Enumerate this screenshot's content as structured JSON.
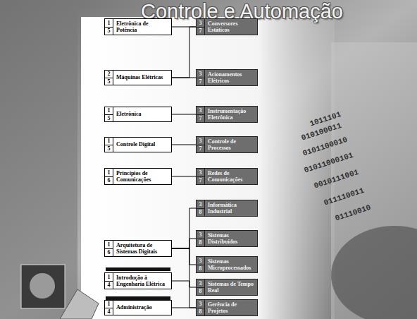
{
  "diagram": {
    "title": "Controle e Automação",
    "nodes": [
      {
        "text": [
          "1",
          "5",
          "Eletrônica de Potência"
        ]
      },
      {
        "text": [
          "3",
          "7",
          "Conversores Estáticos"
        ]
      },
      {
        "text": [
          "2",
          "5",
          "Máquinas Elétricas"
        ]
      },
      {
        "text": [
          "3",
          "7",
          "Acionamentos Elétricos"
        ]
      },
      {
        "text": [
          "1",
          "5",
          "Eletrônica"
        ]
      },
      {
        "text": [
          "3",
          "7",
          "Instrumentação Eletrônica"
        ]
      },
      {
        "text": [
          "1",
          "5",
          "Controle Digital"
        ]
      },
      {
        "text": [
          "3",
          "7",
          "Controle de Processos"
        ]
      },
      {
        "text": [
          "1",
          "6",
          "Princípios de Comunicações"
        ]
      },
      {
        "text": [
          "3",
          "7",
          "Redes de Comunicações"
        ]
      },
      {
        "text": [
          "3",
          "8",
          "Informática Industrial"
        ]
      },
      {
        "text": [
          "3",
          "8",
          "Sistemas Distribuídos"
        ]
      },
      {
        "text": [
          "1",
          "6",
          "Arquitetura de Sistemas Digitais"
        ]
      },
      {
        "text": [
          "3",
          "8",
          "Sistemas Microprocessados"
        ]
      },
      {
        "text": [
          "1",
          "4",
          "Introdução à Engenharia Elétrica"
        ]
      },
      {
        "text": [
          "3",
          "8",
          "Sistemas de Tempo Real"
        ]
      },
      {
        "text": [
          "1",
          "4",
          "Administração"
        ]
      },
      {
        "text": [
          "3",
          "8",
          "Gerência de Projetos"
        ]
      }
    ],
    "edges": [
      {
        "from": 0,
        "to": 1,
        "arrow": "none"
      },
      {
        "from": 2,
        "to": 1,
        "arrow": "none"
      },
      {
        "from": 2,
        "to": 3,
        "arrow": "none"
      },
      {
        "from": 4,
        "to": 5,
        "arrow": "none"
      },
      {
        "from": 6,
        "to": 7,
        "arrow": "none"
      },
      {
        "from": 8,
        "to": 9,
        "arrow": "none"
      },
      {
        "from": 12,
        "to": 10,
        "arrow": "none"
      },
      {
        "from": 12,
        "to": 11,
        "arrow": "none"
      },
      {
        "from": 12,
        "to": 13,
        "arrow": "none"
      },
      {
        "from": 12,
        "to": 15,
        "arrow": "none"
      },
      {
        "from": 14,
        "to": 17,
        "arrow": "none"
      },
      {
        "from": 16,
        "to": 17,
        "arrow": "none"
      }
    ],
    "labels": [
      "1011101",
      "010100011",
      "0101100010",
      "01011000101",
      "0010111001",
      "011110011",
      "01110010"
    ]
  }
}
